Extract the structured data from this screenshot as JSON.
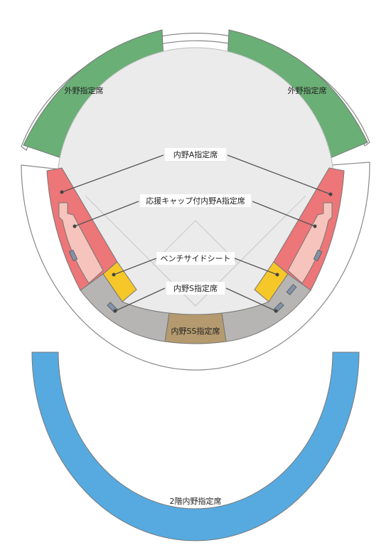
{
  "seating_chart": {
    "outfield_left_label": "外野指定席",
    "outfield_right_label": "外野指定席",
    "infield_a_label": "内野A指定席",
    "cheer_cap_label": "応援キャップ付内野A指定席",
    "bench_side_label": "ベンチサイドシート",
    "infield_s_label": "内野S指定席",
    "infield_ss_label": "内野SS指定席",
    "second_floor_label": "2階内野指定席"
  },
  "colors": {
    "outfield": "#6aaf76",
    "field": "#ebebeb",
    "infield_a": "#ec7678",
    "cheer_cap": "#f6c4bc",
    "bench_side": "#f6c728",
    "infield_s": "#b7b5b3",
    "infield_ss": "#b49a6e",
    "second_floor": "#56aae0",
    "outline": "#888888",
    "leader_line": "#555555"
  }
}
